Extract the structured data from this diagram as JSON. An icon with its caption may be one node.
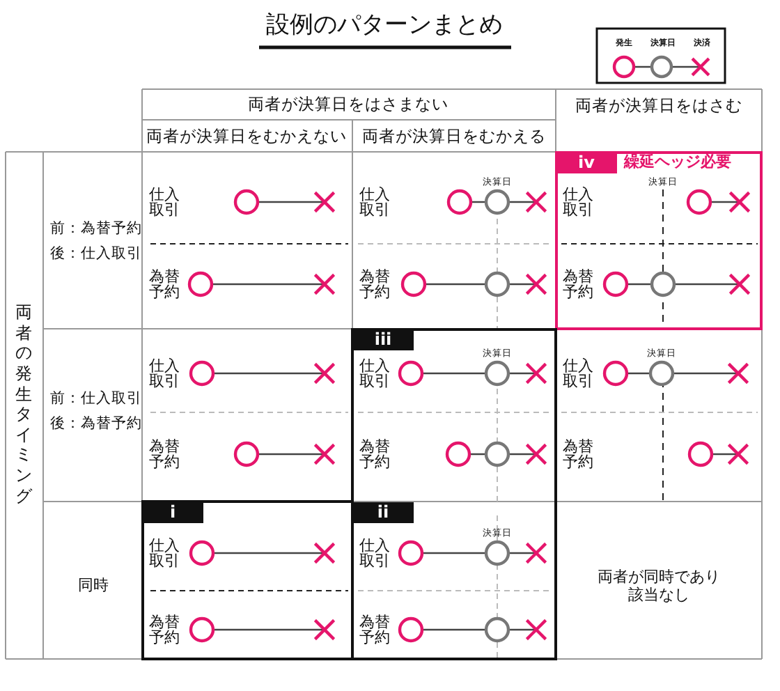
{
  "diagram": {
    "title": "設例のパターンまとめ",
    "labels": [
      "両者が決算日をはさまない",
      "両者が決算日をはさむ",
      "両者が決算日をむかえない",
      "両者が決算日をむかえる",
      "両者の発生タイミング",
      "前：為替予約",
      "後：仕入取引",
      "仕入取引",
      "為替予約",
      "決算日",
      "仕入取引",
      "為替予約",
      "iv",
      "繰延ヘッジ必要",
      "決算日",
      "仕入取引",
      "為替予約",
      "前：仕入取引",
      "後：為替予約",
      "仕入取引",
      "為替予約",
      "iii",
      "決算日",
      "仕入取引",
      "為替予約",
      "決算日",
      "仕入取引",
      "為替予約",
      "同時",
      "i",
      "仕入取引",
      "為替予約",
      "ii",
      "決算日",
      "仕入取引",
      "為替予約",
      "両者が同時であり該当なし"
    ],
    "legend": [
      {
        "text": "発生"
      },
      {
        "text": "決算日"
      },
      {
        "text": "決済"
      }
    ]
  }
}
